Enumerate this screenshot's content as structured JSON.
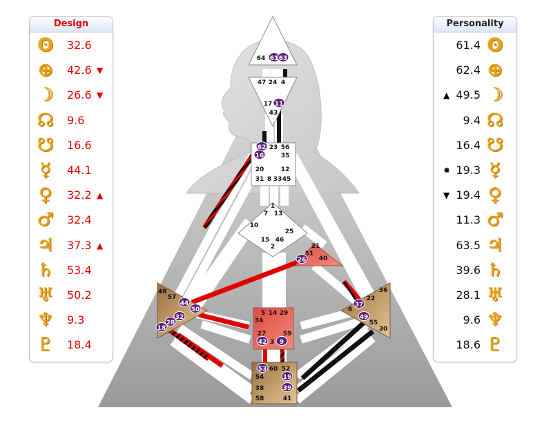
{
  "design_panel": {
    "title": "Design",
    "rows": [
      {
        "icon": "sun-icon",
        "glyph": "ʘ",
        "value": "32.6",
        "mark": ""
      },
      {
        "icon": "earth-icon",
        "glyph": "⊕",
        "value": "42.6",
        "mark": "▼"
      },
      {
        "icon": "moon-icon",
        "glyph": "☽",
        "value": "26.6",
        "mark": "▼"
      },
      {
        "icon": "north-node-icon",
        "glyph": "☊",
        "value": "9.6",
        "mark": ""
      },
      {
        "icon": "south-node-icon",
        "glyph": "☋",
        "value": "16.6",
        "mark": ""
      },
      {
        "icon": "mercury-icon",
        "glyph": "☿",
        "value": "44.1",
        "mark": ""
      },
      {
        "icon": "venus-icon",
        "glyph": "♀",
        "value": "32.2",
        "mark": "▲"
      },
      {
        "icon": "mars-icon",
        "glyph": "♂",
        "value": "32.4",
        "mark": ""
      },
      {
        "icon": "jupiter-icon",
        "glyph": "♃",
        "value": "37.3",
        "mark": "▲"
      },
      {
        "icon": "saturn-icon",
        "glyph": "♄",
        "value": "53.4",
        "mark": ""
      },
      {
        "icon": "uranus-icon",
        "glyph": "♅",
        "value": "50.2",
        "mark": ""
      },
      {
        "icon": "neptune-icon",
        "glyph": "♆",
        "value": "9.3",
        "mark": ""
      },
      {
        "icon": "pluto-icon",
        "glyph": "♇",
        "value": "18.4",
        "mark": ""
      }
    ]
  },
  "personality_panel": {
    "title": "Personality",
    "rows": [
      {
        "icon": "sun-icon",
        "glyph": "ʘ",
        "value": "61.4",
        "mark": ""
      },
      {
        "icon": "earth-icon",
        "glyph": "⊕",
        "value": "62.4",
        "mark": ""
      },
      {
        "icon": "moon-icon",
        "glyph": "☽",
        "value": "49.5",
        "mark": "▲"
      },
      {
        "icon": "north-node-icon",
        "glyph": "☊",
        "value": "9.4",
        "mark": ""
      },
      {
        "icon": "south-node-icon",
        "glyph": "☋",
        "value": "16.4",
        "mark": ""
      },
      {
        "icon": "mercury-icon",
        "glyph": "☿",
        "value": "19.3",
        "mark": "✸"
      },
      {
        "icon": "venus-icon",
        "glyph": "♀",
        "value": "19.4",
        "mark": "▼"
      },
      {
        "icon": "mars-icon",
        "glyph": "♂",
        "value": "11.3",
        "mark": ""
      },
      {
        "icon": "jupiter-icon",
        "glyph": "♃",
        "value": "63.5",
        "mark": ""
      },
      {
        "icon": "saturn-icon",
        "glyph": "♄",
        "value": "39.6",
        "mark": ""
      },
      {
        "icon": "uranus-icon",
        "glyph": "♅",
        "value": "28.1",
        "mark": ""
      },
      {
        "icon": "neptune-icon",
        "glyph": "♆",
        "value": "9.6",
        "mark": ""
      },
      {
        "icon": "pluto-icon",
        "glyph": "♇",
        "value": "18.6",
        "mark": ""
      }
    ]
  },
  "colors": {
    "design": "#e00000",
    "personality": "#111111",
    "gate_circle": "#5a1e78",
    "defined_center_red": "#e8655a",
    "defined_center_tan": "#b58a55",
    "undefined_center": "#ffffff",
    "glyph_gold": "#e6a21c"
  },
  "centers": {
    "head": {
      "gates": [
        "64",
        "61",
        "63"
      ],
      "defined": false
    },
    "ajna": {
      "gates": [
        "47",
        "24",
        "4",
        "17",
        "11",
        "43"
      ],
      "defined": false
    },
    "throat": {
      "gates": [
        "62",
        "23",
        "56",
        "16",
        "35",
        "20",
        "12",
        "31",
        "8",
        "33",
        "45"
      ],
      "defined": false
    },
    "g": {
      "gates": [
        "1",
        "7",
        "13",
        "10",
        "25",
        "15",
        "46",
        "2"
      ],
      "defined": false
    },
    "heart": {
      "gates": [
        "21",
        "51",
        "26",
        "40"
      ],
      "defined": true
    },
    "spleen": {
      "gates": [
        "48",
        "57",
        "44",
        "50",
        "32",
        "28",
        "18"
      ],
      "defined": true
    },
    "sacral": {
      "gates": [
        "5",
        "14",
        "29",
        "34",
        "27",
        "59",
        "42",
        "3",
        "9"
      ],
      "defined": true
    },
    "solar_plexus": {
      "gates": [
        "36",
        "22",
        "37",
        "6",
        "49",
        "55",
        "30"
      ],
      "defined": true
    },
    "root": {
      "gates": [
        "53",
        "60",
        "52",
        "54",
        "19",
        "38",
        "39",
        "58",
        "41"
      ],
      "defined": true
    }
  },
  "highlighted_gates": [
    "61",
    "63",
    "11",
    "62",
    "16",
    "26",
    "44",
    "50",
    "32",
    "28",
    "18",
    "37",
    "49",
    "42",
    "9",
    "53",
    "19",
    "39"
  ]
}
